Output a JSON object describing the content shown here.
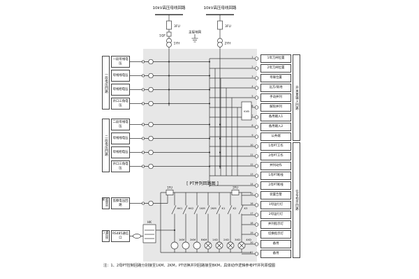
{
  "window": {
    "background": "#ffffff"
  },
  "top": {
    "left_bus_label": "10kV高压母线回路",
    "right_bus_label": "10kV高压母线回路",
    "left_fuse": "3FU",
    "right_fuse": "3FU",
    "left_breaker": "1QF",
    "ground_label": "主接地网",
    "left_pt": "1YH",
    "right_pt": "2YH"
  },
  "left_panel": {
    "groups": [
      {
        "title": "一段电压回路",
        "items": [
          "一段母线电压",
          "母线线电压",
          "母线相电压",
          "开口三角电压"
        ]
      },
      {
        "title": "二段电压回路",
        "items": [
          "二段母线电压",
          "母线线电压",
          "母线相电压",
          "开口三角电压"
        ]
      },
      {
        "title": "绝缘监察",
        "items": [
          "监察电压回路"
        ]
      },
      {
        "title": "通信接口",
        "items": [
          "RS485通信口"
        ]
      }
    ]
  },
  "right_panel": {
    "boxes": [
      "1母刀闸位置",
      "2母刀闸位置",
      "母联位置",
      "远方/就地",
      "手动并列",
      "解除并列",
      "备用输入1",
      "备用输入2",
      "公共端",
      "1母PT工作",
      "2母PT工作",
      "并列动作",
      "1母PT断线",
      "2母PT断线",
      "装置告警",
      "1母运行灯",
      "2母运行灯",
      "并列指示灯",
      "切换指示灯",
      "备用",
      "备用"
    ],
    "side_labels": [
      "开关量输入回路",
      "信号指示回路"
    ],
    "terminals": [
      "1",
      "2",
      "3",
      "4",
      "5",
      "6",
      "7",
      "8",
      "9",
      "10",
      "11",
      "12",
      "13",
      "14",
      "15",
      "16",
      "17",
      "18",
      "19",
      "20",
      "21"
    ]
  },
  "schematic": {
    "caption": "[ PT并列回路图 ]",
    "fuse_left": "1FU",
    "fuse_right": "2FU",
    "relay_box": "KVB",
    "switch_box": "HK",
    "contacts": [
      "HK1",
      "HK2",
      "1KM",
      "2KM",
      "K1",
      "K2",
      "K3"
    ],
    "coils": [
      "1KM",
      "2KM",
      "BKM",
      "1XD",
      "2XD",
      "3XD",
      "4XD"
    ]
  },
  "note": "注：1、2母PT控制回路分别接至1KM、2KM，PT切换并列回路接至BKM，具体动作逻辑参考PT并列原理图"
}
